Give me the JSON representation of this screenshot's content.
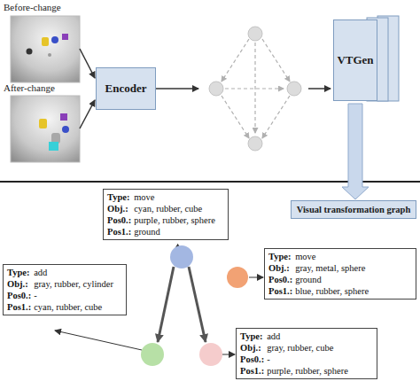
{
  "diagram": {
    "nodes": [
      {
        "text": [
          "Encoder"
        ]
      },
      {
        "text": [
          "VTGen"
        ]
      },
      {
        "text": [
          "Visual transformation graph"
        ]
      },
      {
        "text": [
          "Type:",
          "move",
          "Obj.:",
          "cyan, rubber, cube",
          "Pos0.:",
          "purple, rubber, sphere",
          "Pos1.:",
          "ground"
        ]
      },
      {
        "text": [
          "Type:",
          "move",
          "Obj.:",
          "gray, metal, sphere",
          "Pos0.:",
          "ground",
          "Pos1.:",
          "blue, rubber, sphere"
        ]
      },
      {
        "text": [
          "Type:",
          "add",
          "Obj.:",
          "gray, rubber, cylinder",
          "Pos0.:",
          "-",
          "Pos1.:",
          "cyan, rubber, cube"
        ]
      },
      {
        "text": [
          "Type:",
          "add",
          "Obj.:",
          "gray, rubber, cube",
          "Pos0.:",
          "-",
          "Pos1.:",
          "purple, rubber, sphere"
        ]
      }
    ],
    "edges": [
      {
        "from": 1,
        "to": 2,
        "arrow": "to"
      }
    ],
    "labels": [
      "Before-change",
      "After-change"
    ]
  }
}
